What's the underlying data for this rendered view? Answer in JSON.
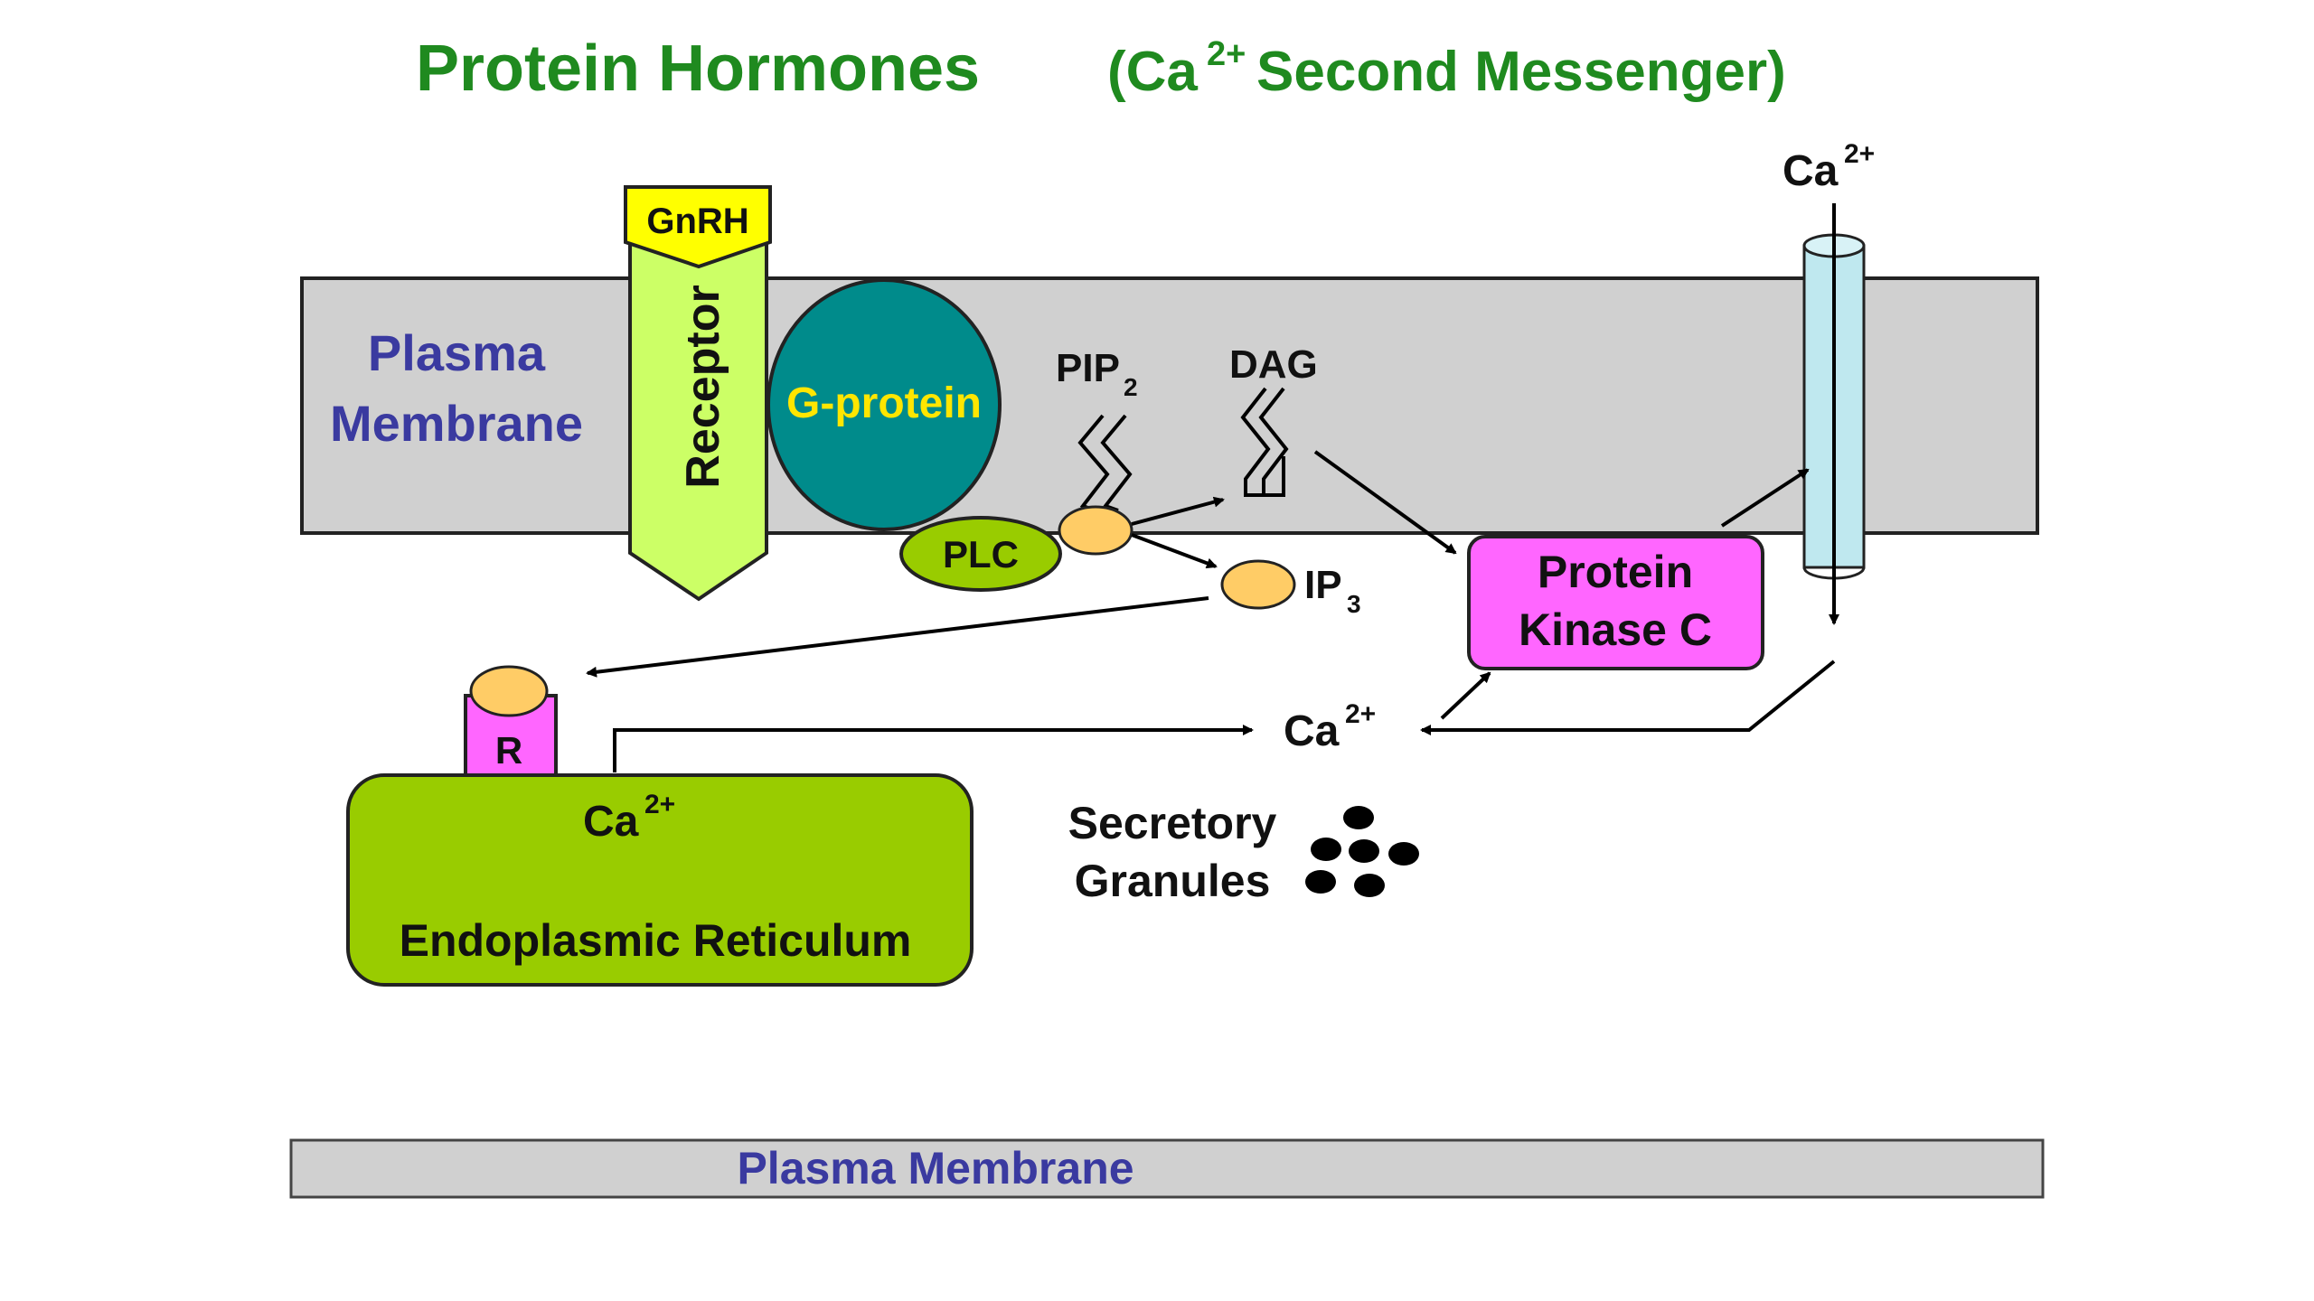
{
  "title": {
    "main": "Protein Hormones",
    "paren_open": "(Ca",
    "superscript": "2+",
    "paren_rest": " Second Messenger)"
  },
  "membrane_top_label": [
    "Plasma",
    "Membrane"
  ],
  "membrane_bottom_label": "Plasma Membrane",
  "hormone_label": "GnRH",
  "receptor_label": "Receptor",
  "g_protein_label": "G-protein",
  "plc_label": "PLC",
  "pip2": {
    "base": "PIP",
    "sub": "2"
  },
  "dag_label": "DAG",
  "ip3": {
    "base": "IP",
    "sub": "3"
  },
  "pkc_label": [
    "Protein",
    "Kinase C"
  ],
  "calcium": {
    "base": "Ca",
    "sup": "2+"
  },
  "er_receptor_label": "R",
  "er_label": "Endoplasmic Reticulum",
  "granules_label": [
    "Secretory",
    "Granules"
  ],
  "colors": {
    "title_green": "#1f8a1f",
    "membrane_gray": "#d0d0d0",
    "membrane_text_blue": "#3a3aa0",
    "receptor_green": "#ccff66",
    "hormone_yellow": "#ffff00",
    "g_protein_teal": "#008b8b",
    "plc_green": "#99cc00",
    "ligand_orange": "#ffcc66",
    "pkc_magenta": "#ff66ff",
    "er_green": "#99cc00",
    "channel_cyan": "#bfe8ef"
  },
  "icons": [
    "lipid-tail-icon",
    "arrow-icon",
    "channel-icon",
    "granule-icon"
  ]
}
